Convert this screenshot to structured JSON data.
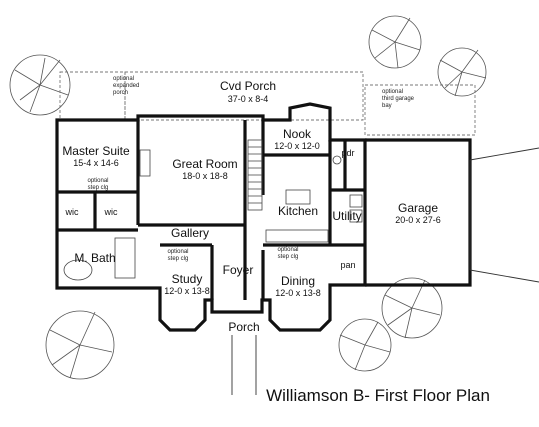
{
  "title": "Williamson B- First Floor Plan",
  "rooms": {
    "porch_cvd": {
      "name": "Cvd Porch",
      "dims": "37-0 x 8-4"
    },
    "master_suite": {
      "name": "Master Suite",
      "dims": "15-4 x 14-6"
    },
    "great_room": {
      "name": "Great Room",
      "dims": "18-0 x 18-8"
    },
    "nook": {
      "name": "Nook",
      "dims": "12-0 x 12-0"
    },
    "pdr": {
      "name": "pdr"
    },
    "kitchen": {
      "name": "Kitchen"
    },
    "utility": {
      "name": "Utility"
    },
    "garage": {
      "name": "Garage",
      "dims": "20-0 x 27-6"
    },
    "pan": {
      "name": "pan"
    },
    "wic_left": {
      "name": "wic"
    },
    "wic_right": {
      "name": "wic"
    },
    "gallery": {
      "name": "Gallery"
    },
    "m_bath": {
      "name": "M. Bath"
    },
    "study": {
      "name": "Study",
      "dims": "12-0 x 13-8"
    },
    "foyer": {
      "name": "Foyer"
    },
    "dining": {
      "name": "Dining",
      "dims": "12-0 x 13-8"
    },
    "porch": {
      "name": "Porch"
    }
  },
  "notes": {
    "expanded_porch": [
      "optional",
      "expanded",
      "porch"
    ],
    "third_garage": [
      "optional",
      "third garage",
      "bay"
    ],
    "master_step": [
      "optional",
      "step clg"
    ],
    "study_step": [
      "optional",
      "step clg"
    ],
    "dining_step": [
      "optional",
      "step clg"
    ]
  }
}
